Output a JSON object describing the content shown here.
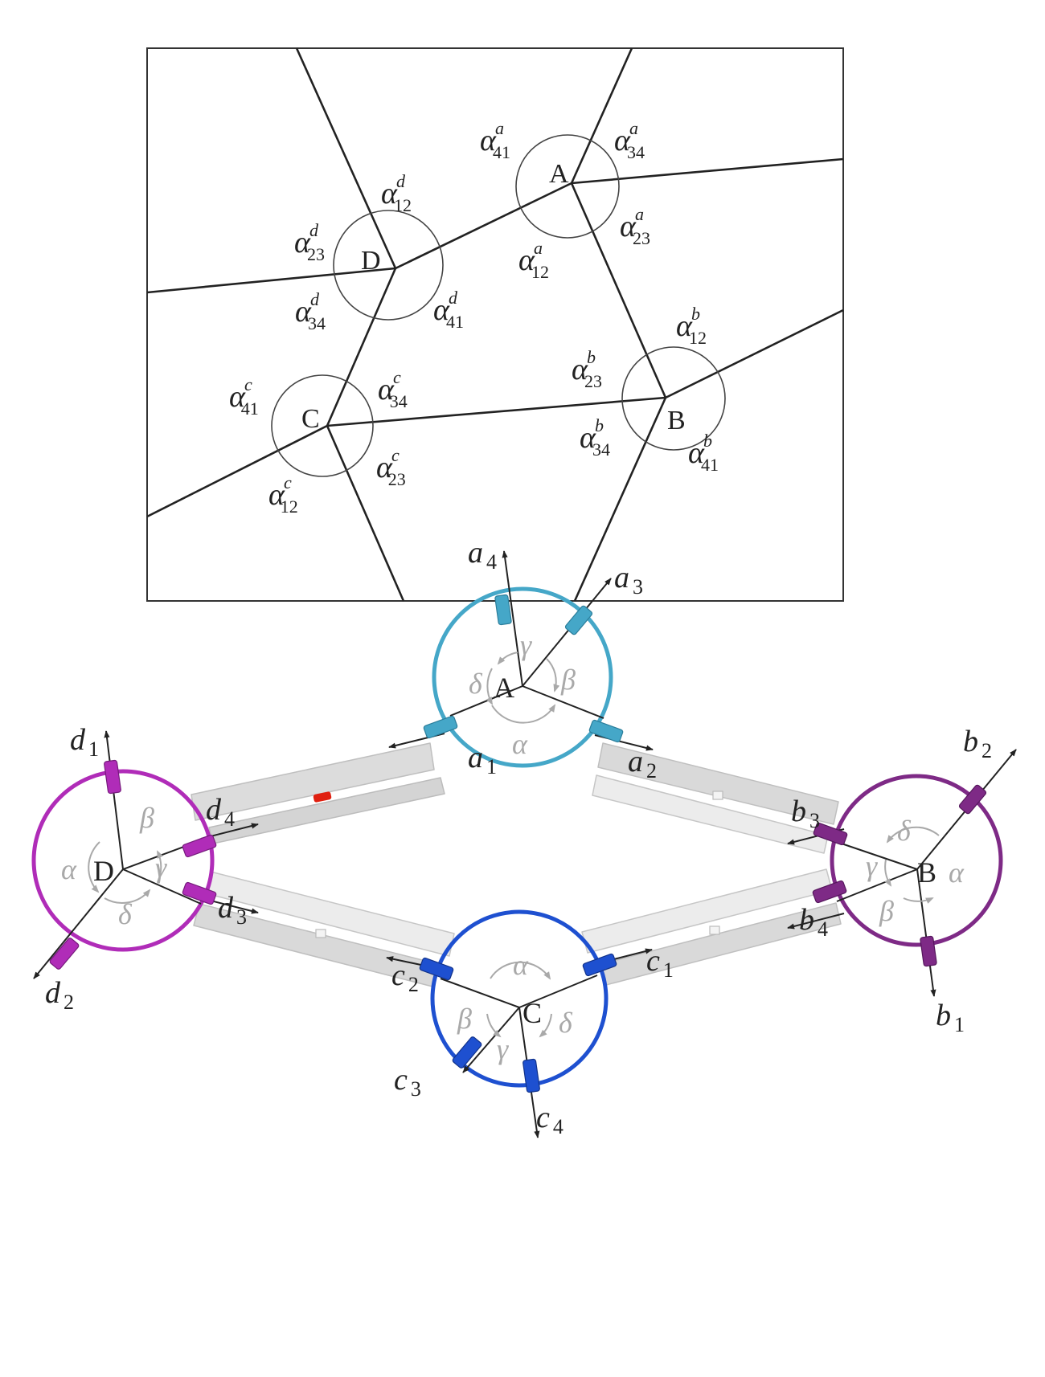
{
  "top_diagram": {
    "vertices": [
      {
        "id": "A",
        "label": "A"
      },
      {
        "id": "B",
        "label": "B"
      },
      {
        "id": "C",
        "label": "C"
      },
      {
        "id": "D",
        "label": "D"
      }
    ],
    "angle_labels": {
      "a": [
        {
          "base": "α",
          "sub": "41",
          "sup": "a"
        },
        {
          "base": "α",
          "sub": "34",
          "sup": "a"
        },
        {
          "base": "α",
          "sub": "23",
          "sup": "a"
        },
        {
          "base": "α",
          "sub": "12",
          "sup": "a"
        }
      ],
      "b": [
        {
          "base": "α",
          "sub": "12",
          "sup": "b"
        },
        {
          "base": "α",
          "sub": "23",
          "sup": "b"
        },
        {
          "base": "α",
          "sub": "34",
          "sup": "b"
        },
        {
          "base": "α",
          "sub": "41",
          "sup": "b"
        }
      ],
      "c": [
        {
          "base": "α",
          "sub": "41",
          "sup": "c"
        },
        {
          "base": "α",
          "sub": "34",
          "sup": "c"
        },
        {
          "base": "α",
          "sub": "23",
          "sup": "c"
        },
        {
          "base": "α",
          "sub": "12",
          "sup": "c"
        }
      ],
      "d": [
        {
          "base": "α",
          "sub": "12",
          "sup": "d"
        },
        {
          "base": "α",
          "sub": "23",
          "sup": "d"
        },
        {
          "base": "α",
          "sub": "34",
          "sup": "d"
        },
        {
          "base": "α",
          "sub": "41",
          "sup": "d"
        }
      ]
    }
  },
  "bottom_diagram": {
    "colors": {
      "A": "#45a7c8",
      "B": "#7e2a86",
      "C": "#1e50d0",
      "D": "#b02cb8",
      "link": "#d9d9d9",
      "link_light": "#ececec",
      "marker": "#e02010",
      "greek": "#a9a9a9"
    },
    "vertices": [
      {
        "id": "A",
        "label": "A"
      },
      {
        "id": "B",
        "label": "B"
      },
      {
        "id": "C",
        "label": "C"
      },
      {
        "id": "D",
        "label": "D"
      }
    ],
    "greek": {
      "alpha": "α",
      "beta": "β",
      "gamma": "γ",
      "delta": "δ"
    },
    "axis_labels": {
      "a1": {
        "base": "a",
        "sub": "1"
      },
      "a2": {
        "base": "a",
        "sub": "2"
      },
      "a3": {
        "base": "a",
        "sub": "3"
      },
      "a4": {
        "base": "a",
        "sub": "4"
      },
      "b1": {
        "base": "b",
        "sub": "1"
      },
      "b2": {
        "base": "b",
        "sub": "2"
      },
      "b3": {
        "base": "b",
        "sub": "3"
      },
      "b4": {
        "base": "b",
        "sub": "4"
      },
      "c1": {
        "base": "c",
        "sub": "1"
      },
      "c2": {
        "base": "c",
        "sub": "2"
      },
      "c3": {
        "base": "c",
        "sub": "3"
      },
      "c4": {
        "base": "c",
        "sub": "4"
      },
      "d1": {
        "base": "d",
        "sub": "1"
      },
      "d2": {
        "base": "d",
        "sub": "2"
      },
      "d3": {
        "base": "d",
        "sub": "3"
      },
      "d4": {
        "base": "d",
        "sub": "4"
      }
    }
  }
}
